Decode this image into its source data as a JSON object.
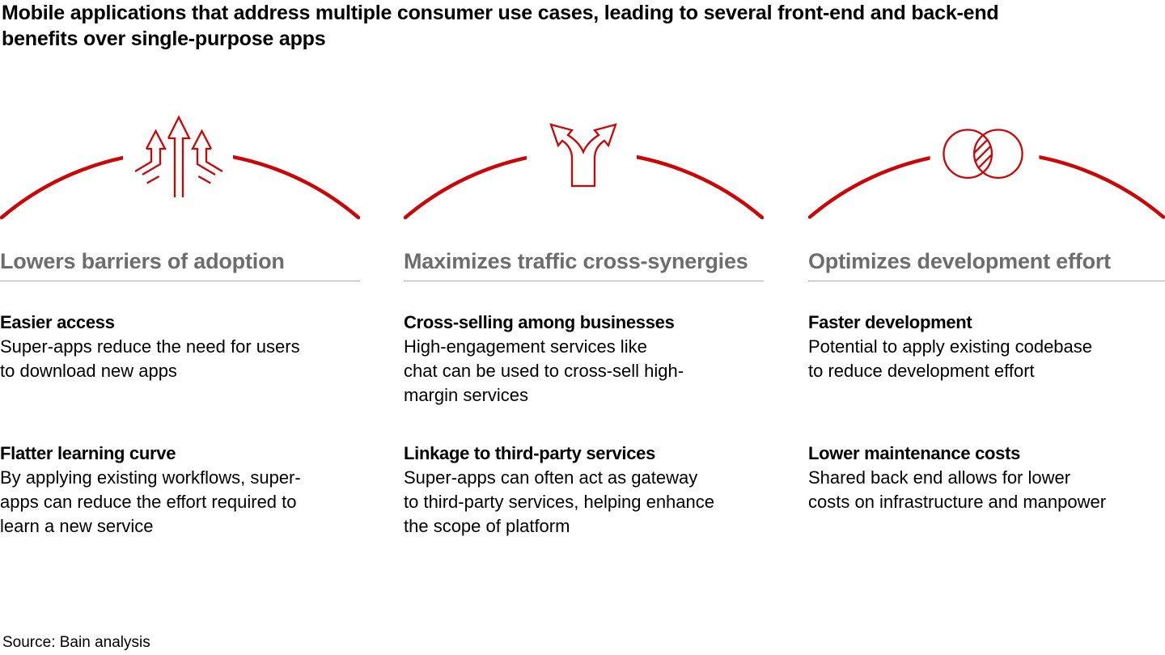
{
  "title": "Mobile applications that address multiple consumer use cases, leading to several front-end and back-end\nbenefits over single-purpose apps",
  "source": "Source: Bain analysis",
  "colors": {
    "accent_red": "#cc0606",
    "heading_gray": "#6d6d6d",
    "divider_gray": "#a8a8a8",
    "text_black": "#000000"
  },
  "columns": [
    {
      "icon": "up-arrows-icon",
      "heading": "Lowers barriers of adoption",
      "items": [
        {
          "title": "Easier access",
          "body": "Super-apps reduce the need for users\nto download new apps"
        },
        {
          "title": "Flatter learning curve",
          "body": "By applying existing workflows, super-\napps can reduce the effort required to\nlearn a new service"
        }
      ]
    },
    {
      "icon": "branching-arrow-icon",
      "heading": "Maximizes traffic cross-synergies",
      "items": [
        {
          "title": "Cross-selling among businesses",
          "body": "High-engagement services like\nchat can be used to cross-sell high-\nmargin services"
        },
        {
          "title": "Linkage to third-party services",
          "body": "Super-apps can often act as gateway\nto third-party services, helping enhance\nthe scope of platform"
        }
      ]
    },
    {
      "icon": "venn-overlap-icon",
      "heading": "Optimizes development effort",
      "items": [
        {
          "title": "Faster development",
          "body": "Potential to apply existing codebase\nto reduce development effort"
        },
        {
          "title": "Lower maintenance costs",
          "body": "Shared back end allows for lower\ncosts on infrastructure and manpower"
        }
      ]
    }
  ]
}
